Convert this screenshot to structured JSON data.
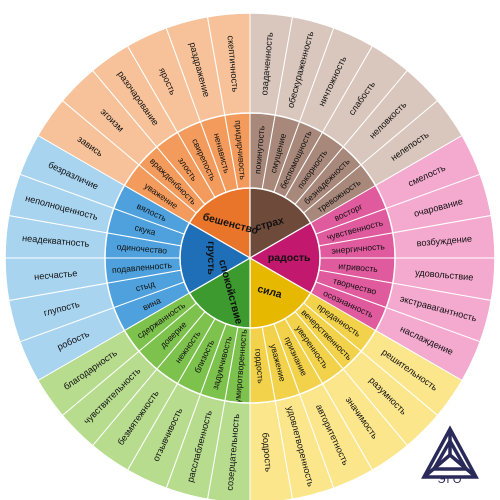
{
  "diagram": {
    "sectors": [
      {
        "id": "anger",
        "core": "бешенство",
        "colors": {
          "core": "#e8752a",
          "mid": "#f29b5c",
          "outer": "#f7c29a"
        },
        "groups": [
          {
            "mid": "вражденбность",
            "outer": [
              "эгоизм",
              "завись"
            ]
          },
          {
            "mid": "злость",
            "outer": [
              "разочарование"
            ]
          },
          {
            "mid": "свирепость",
            "outer": [
              "ярость"
            ]
          },
          {
            "mid": "ненависть",
            "outer": [
              "раздражение"
            ]
          },
          {
            "mid": "придирчивость",
            "outer": [
              "скептичность"
            ]
          }
        ],
        "mid_extra_first": [
          "уважение"
        ],
        "cw_outer": [
          "завись",
          "эгоизм",
          "разочарование",
          "ярость",
          "раздражение",
          "скептичность"
        ],
        "cw_mid": [
          "уважение",
          "вражденбность",
          "злость",
          "свирепость",
          "ненависть",
          "придирчивость"
        ]
      }
    ],
    "rings": {
      "grief": {
        "core": "грусть",
        "color_core": "#1f6fb8",
        "color_mid": "#4ea1dc",
        "color_outer": "#a8d4f0",
        "mid": [
          "вина",
          "стыд",
          "подавленность",
          "одиночество",
          "скука",
          "вялость"
        ],
        "outer": [
          "робость",
          "глупость",
          "несчастье",
          "неадекватность",
          "неполноценность",
          "безразличие"
        ]
      },
      "anger": {
        "core": "бешенство",
        "color_core": "#e8752a",
        "color_mid": "#f29b5c",
        "color_outer": "#f7c29a",
        "mid": [
          "уважение",
          "вражденбность",
          "злость",
          "свирепость",
          "ненависть",
          "придирчивость"
        ],
        "outer": [
          "завись",
          "эгоизм",
          "разочарование",
          "ярость",
          "раздражение",
          "скептичность"
        ]
      },
      "fear": {
        "core": "страх",
        "color_core": "#6e4a3a",
        "color_mid": "#a8887a",
        "color_outer": "#d9c6bc",
        "mid": [
          "покинутость",
          "смущение",
          "беспомощность",
          "покорность",
          "безнадежность",
          "тревожность"
        ],
        "outer": [
          "озадаченность",
          "обескураженность",
          "ничтожность",
          "слабость",
          "неловкость",
          "нелепость"
        ]
      },
      "joy": {
        "core": "радость",
        "color_core": "#c2186e",
        "color_mid": "#e05a9e",
        "color_outer": "#f4a9cf",
        "mid": [
          "восторг",
          "чувственность",
          "энергичность",
          "игривость",
          "творчество",
          "осознанность"
        ],
        "outer": [
          "смелость",
          "очарование",
          "возбуждение",
          "удовольствие",
          "экстравагантность",
          "наслаждение"
        ]
      },
      "power": {
        "core": "сила",
        "color_core": "#e6b800",
        "color_mid": "#f2d24a",
        "color_outer": "#fbe68c",
        "mid": [
          "преданность",
          "вечерственность",
          "уверенность",
          "признание",
          "уважение",
          "гордость"
        ],
        "outer": [
          "решительность",
          "разумность",
          "значимость",
          "авторитетность",
          "удовлетворенность",
          "бодрость"
        ]
      },
      "calm": {
        "core": "спокойствие",
        "color_core": "#3c9a2e",
        "color_mid": "#7ec24e",
        "color_outer": "#b7dc8e",
        "mid": [
          "умиротворенность",
          "задумчивость",
          "близость",
          "нежность",
          "доверие",
          "сдержанность"
        ],
        "outer": [
          "созерцательность",
          "расслабленность",
          "отзывчивость",
          "безмятежность",
          "чувствительность",
          "благодарность"
        ]
      }
    },
    "order": [
      "anger",
      "fear",
      "joy",
      "power",
      "calm",
      "grief"
    ]
  },
  "logo": {
    "text": "ЭГО",
    "color": "#2a2a5a"
  }
}
